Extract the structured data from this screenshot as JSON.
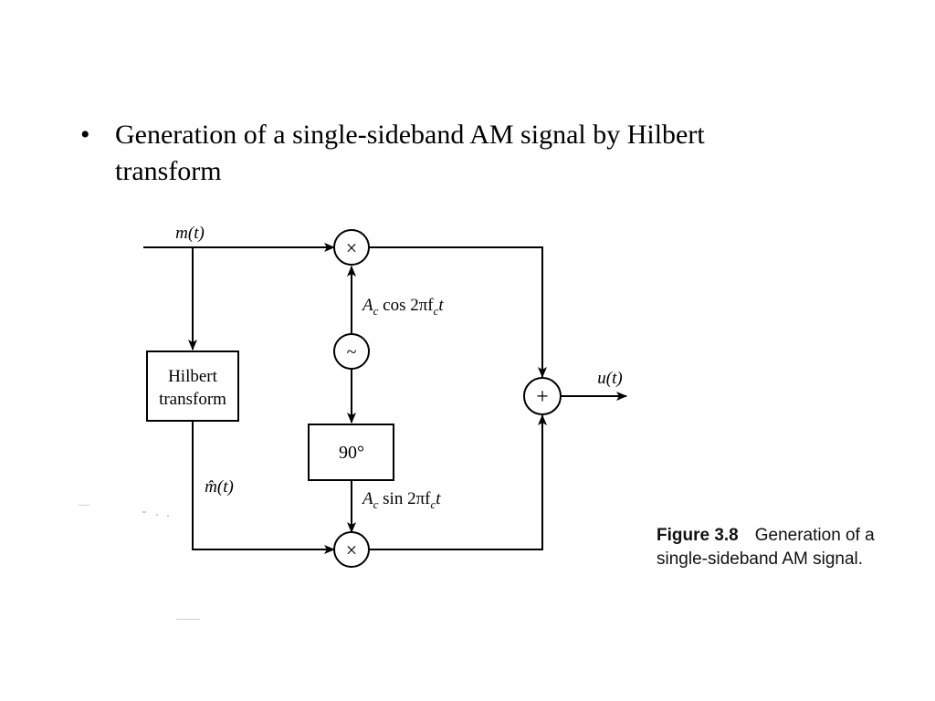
{
  "slide": {
    "bullet_char": "•",
    "bullet_line1": "Generation of a single-sideband AM signal by Hilbert",
    "bullet_line2": "transform"
  },
  "diagram": {
    "input_label": "m(t)",
    "hilbert_block_line1": "Hilbert",
    "hilbert_block_line2": "transform",
    "hilbert_output_label": "m̂(t)",
    "oscillator_symbol": "~",
    "phase_shift_label": "90°",
    "multiplier_symbol": "×",
    "adder_symbol": "+",
    "carrier_cos_label_A": "A",
    "carrier_cos_label_sub": "c",
    "carrier_cos_label_rest": " cos 2πf",
    "carrier_cos_label_sub2": "c",
    "carrier_cos_label_t": "t",
    "carrier_sin_label_A": "A",
    "carrier_sin_label_sub": "c",
    "carrier_sin_label_rest": " sin 2πf",
    "carrier_sin_label_sub2": "c",
    "carrier_sin_label_t": "t",
    "output_label": "u(t)"
  },
  "caption": {
    "figure_number": "Figure 3.8",
    "line1_rest": "Generation of a",
    "line2": "single-sideband AM signal."
  }
}
